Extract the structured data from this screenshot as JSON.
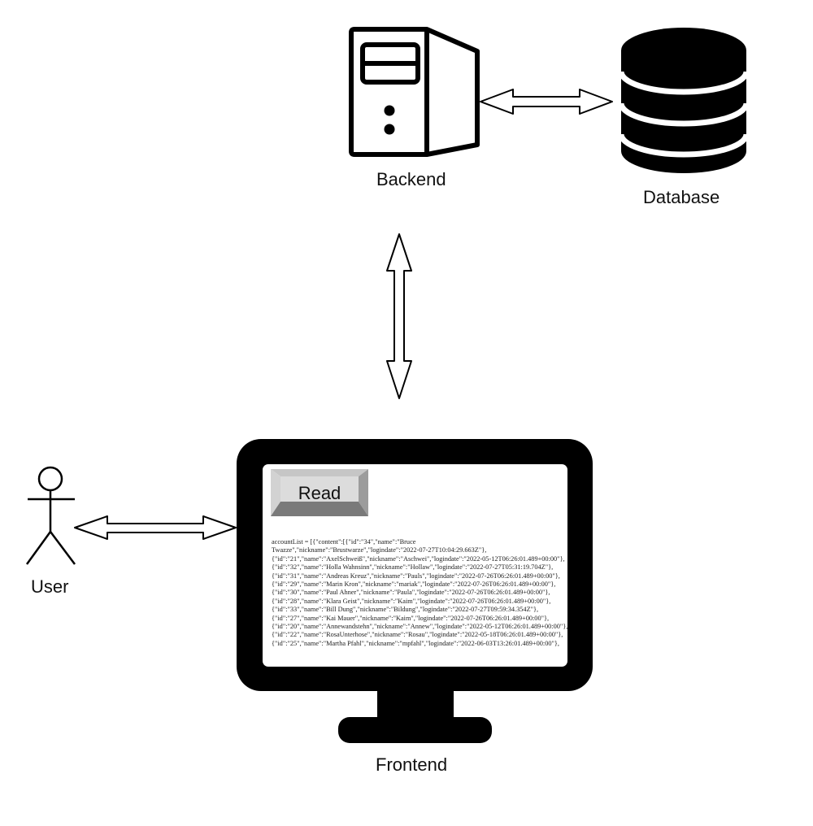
{
  "labels": {
    "backend": "Backend",
    "database": "Database",
    "user": "User",
    "frontend": "Frontend"
  },
  "read_button": {
    "label": "Read"
  },
  "json_lines": [
    "accountList = [{\"content\":[{\"id\":\"34\",\"name\":\"Bruce",
    "Twazze\",\"nickname\":\"Brustwarze\",\"logindate\":\"2022-07-27T10:04:29.663Z\"},",
    "{\"id\":\"21\",\"name\":\"AxelSchweiß\",\"nickname\":\"Aschwei\",\"logindate\":\"2022-05-12T06:26:01.489+00:00\"},",
    "{\"id\":\"32\",\"name\":\"Holla Wahnsinn\",\"nickname\":\"Hollaw\",\"logindate\":\"2022-07-27T05:31:19.704Z\"},",
    "{\"id\":\"31\",\"name\":\"Andreas Kreuz\",\"nickname\":\"Pauls\",\"logindate\":\"2022-07-26T06:26:01.489+00:00\"},",
    "{\"id\":\"29\",\"name\":\"Marin Kron\",\"nickname\":\"mariak\",\"logindate\":\"2022-07-26T06:26:01.489+00:00\"},",
    "{\"id\":\"30\",\"name\":\"Paul Ahner\",\"nickname\":\"Paula\",\"logindate\":\"2022-07-26T06:26:01.489+00:00\"},",
    "{\"id\":\"28\",\"name\":\"Klara Geist\",\"nickname\":\"Kaim\",\"logindate\":\"2022-07-26T06:26:01.489+00:00\"},",
    "{\"id\":\"33\",\"name\":\"Bill Dung\",\"nickname\":\"Bildung\",\"logindate\":\"2022-07-27T09:59:34.354Z\"},",
    "{\"id\":\"27\",\"name\":\"Kai Mauer\",\"nickname\":\"Kaim\",\"logindate\":\"2022-07-26T06:26:01.489+00:00\"},",
    "{\"id\":\"20\",\"name\":\"Annewandstehn\",\"nickname\":\"Annew\",\"logindate\":\"2022-05-12T06:26:01.489+00:00\"},",
    "{\"id\":\"22\",\"name\":\"RosaUnterhose\",\"nickname\":\"Rosau\",\"logindate\":\"2022-05-18T06:26:01.489+00:00\"},",
    "{\"id\":\"25\",\"name\":\"Martha Pfahl\",\"nickname\":\"mpfahl\",\"logindate\":\"2022-06-03T13:26:01.489+00:00\"},"
  ],
  "colors": {
    "ink": "#000000",
    "screen": "#ffffff",
    "button_face": "#dcdcdc",
    "button_light": "#c6c6c6",
    "button_dark": "#7a7a7a",
    "button_mid": "#9c9c9c"
  },
  "icons": {
    "backend": "server-tower-icon",
    "database": "database-cylinder-icon",
    "user": "stick-figure-icon",
    "frontend": "monitor-icon"
  }
}
